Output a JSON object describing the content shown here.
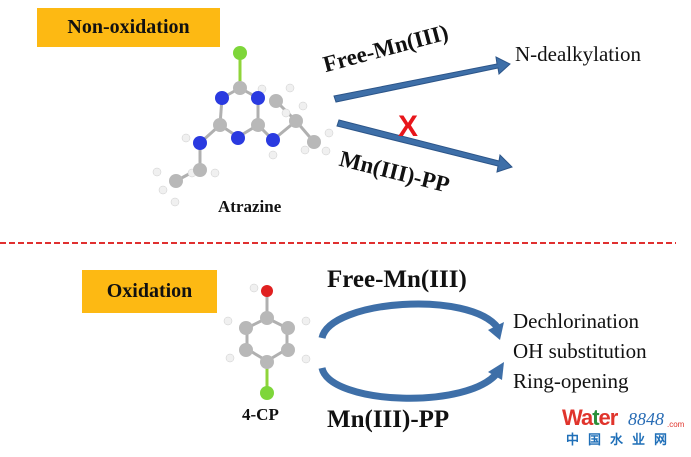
{
  "top_section": {
    "label": "Non-oxidation",
    "molecule_name": "Atrazine",
    "pathways": [
      {
        "reagent": "Free-Mn(III)",
        "product": "N-dealkylation",
        "blocked": false
      },
      {
        "reagent": "Mn(III)-PP",
        "product": "",
        "blocked": true
      }
    ],
    "blocked_marker": "X"
  },
  "bottom_section": {
    "label": "Oxidation",
    "molecule_name": "4-CP",
    "reagents": [
      "Free-Mn(III)",
      "Mn(III)-PP"
    ],
    "products": [
      "Dechlorination",
      "OH substitution",
      "Ring-opening"
    ]
  },
  "watermark": {
    "brand_colored": "Water",
    "brand_number": "8848",
    "brand_suffix": ".com",
    "brand_cn": "中国水业网"
  },
  "colors": {
    "label_bg": "#FDB913",
    "arrow": "#3E6FA8",
    "divider": "#E03030",
    "cross": "#E8161B"
  }
}
